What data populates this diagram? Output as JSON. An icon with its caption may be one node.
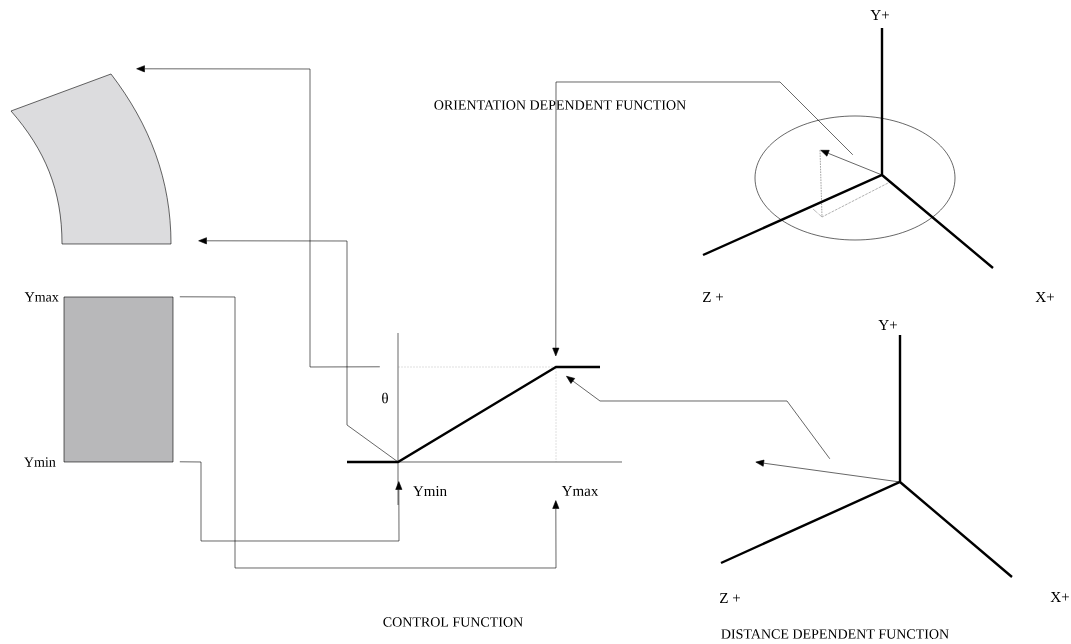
{
  "diagram": {
    "nodes": [
      {
        "text": [],
        "shape": "sector"
      },
      {
        "text": [],
        "shape": "box",
        "beside": [
          "Ymax",
          "Ymin"
        ]
      },
      {
        "text": [
          "θ",
          "Ymin",
          "Ymax"
        ]
      },
      {
        "text": [
          "Y+",
          "Z +",
          "X+"
        ]
      },
      {
        "text": [
          "Y+",
          "Z +",
          "X+"
        ]
      }
    ],
    "labels": [
      "ORIENTATION DEPENDENT FUNCTION",
      "CONTROL FUNCTION",
      "DISTANCE DEPENDENT FUNCTION"
    ],
    "edges": [
      {
        "from": 2,
        "to": 0,
        "arrow": "to"
      },
      {
        "from": 2,
        "to": 0,
        "arrow": "to"
      },
      {
        "from": 1,
        "to": 2,
        "arrow": "to"
      },
      {
        "from": 1,
        "to": 2,
        "arrow": "to"
      },
      {
        "from": 3,
        "to": 2,
        "arrow": "to"
      },
      {
        "from": 4,
        "to": 2,
        "arrow": "to"
      }
    ]
  }
}
